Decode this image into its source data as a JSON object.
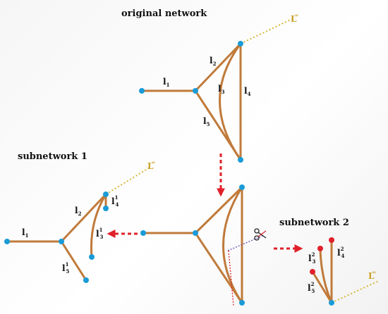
{
  "titles": {
    "original": "original network",
    "sub1": "subnetwork 1",
    "sub2": "subnetwork 2"
  },
  "labels": {
    "l": "l",
    "L": "L",
    "i1": "1",
    "i2": "2",
    "i3": "3",
    "i4": "4",
    "i5": "5",
    "s1": "1",
    "s2": "2",
    "ext": "∞"
  },
  "colors": {
    "edge": "#c07a3a",
    "node": "#1a9bd7",
    "removed_node": "#e0202a",
    "arrow": "#e0202a",
    "extension": "#d6b73a"
  },
  "icons": [
    "scissors-icon"
  ]
}
